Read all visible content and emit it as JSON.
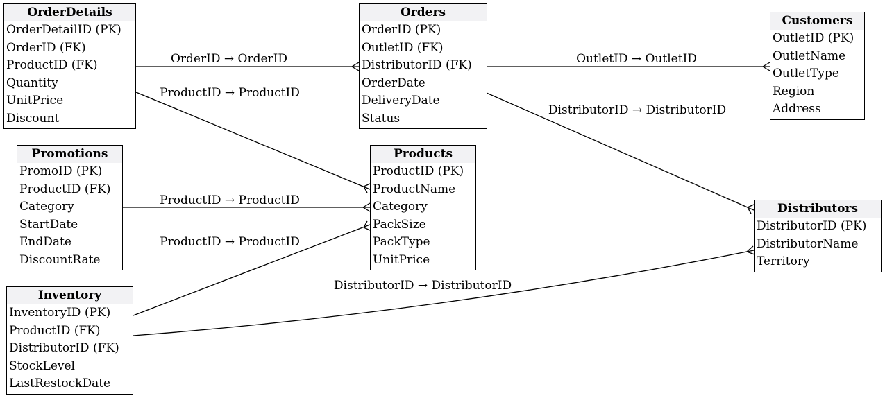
{
  "entities": {
    "order_details": {
      "title": "OrderDetails",
      "attributes": [
        "OrderDetailID (PK)",
        "OrderID (FK)",
        "ProductID (FK)",
        "Quantity",
        "UnitPrice",
        "Discount"
      ]
    },
    "orders": {
      "title": "Orders",
      "attributes": [
        "OrderID (PK)",
        "OutletID (FK)",
        "DistributorID (FK)",
        "OrderDate",
        "DeliveryDate",
        "Status"
      ]
    },
    "customers": {
      "title": "Customers",
      "attributes": [
        "OutletID (PK)",
        "OutletName",
        "OutletType",
        "Region",
        "Address"
      ]
    },
    "promotions": {
      "title": "Promotions",
      "attributes": [
        "PromoID (PK)",
        "ProductID (FK)",
        "Category",
        "StartDate",
        "EndDate",
        "DiscountRate"
      ]
    },
    "products": {
      "title": "Products",
      "attributes": [
        "ProductID (PK)",
        "ProductName",
        "Category",
        "PackSize",
        "PackType",
        "UnitPrice"
      ]
    },
    "distributors": {
      "title": "Distributors",
      "attributes": [
        "DistributorID (PK)",
        "DistributorName",
        "Territory"
      ]
    },
    "inventory": {
      "title": "Inventory",
      "attributes": [
        "InventoryID (PK)",
        "ProductID (FK)",
        "DistributorID (FK)",
        "StockLevel",
        "LastRestockDate"
      ]
    }
  },
  "relationships": [
    {
      "label": "OrderID → OrderID",
      "from": "OrderDetails",
      "to": "Orders"
    },
    {
      "label": "ProductID → ProductID",
      "from": "OrderDetails",
      "to": "Products"
    },
    {
      "label": "OutletID → OutletID",
      "from": "Orders",
      "to": "Customers"
    },
    {
      "label": "DistributorID → DistributorID",
      "from": "Orders",
      "to": "Distributors"
    },
    {
      "label": "ProductID → ProductID",
      "from": "Promotions",
      "to": "Products"
    },
    {
      "label": "ProductID → ProductID",
      "from": "Inventory",
      "to": "Products"
    },
    {
      "label": "DistributorID → DistributorID",
      "from": "Inventory",
      "to": "Distributors"
    }
  ]
}
